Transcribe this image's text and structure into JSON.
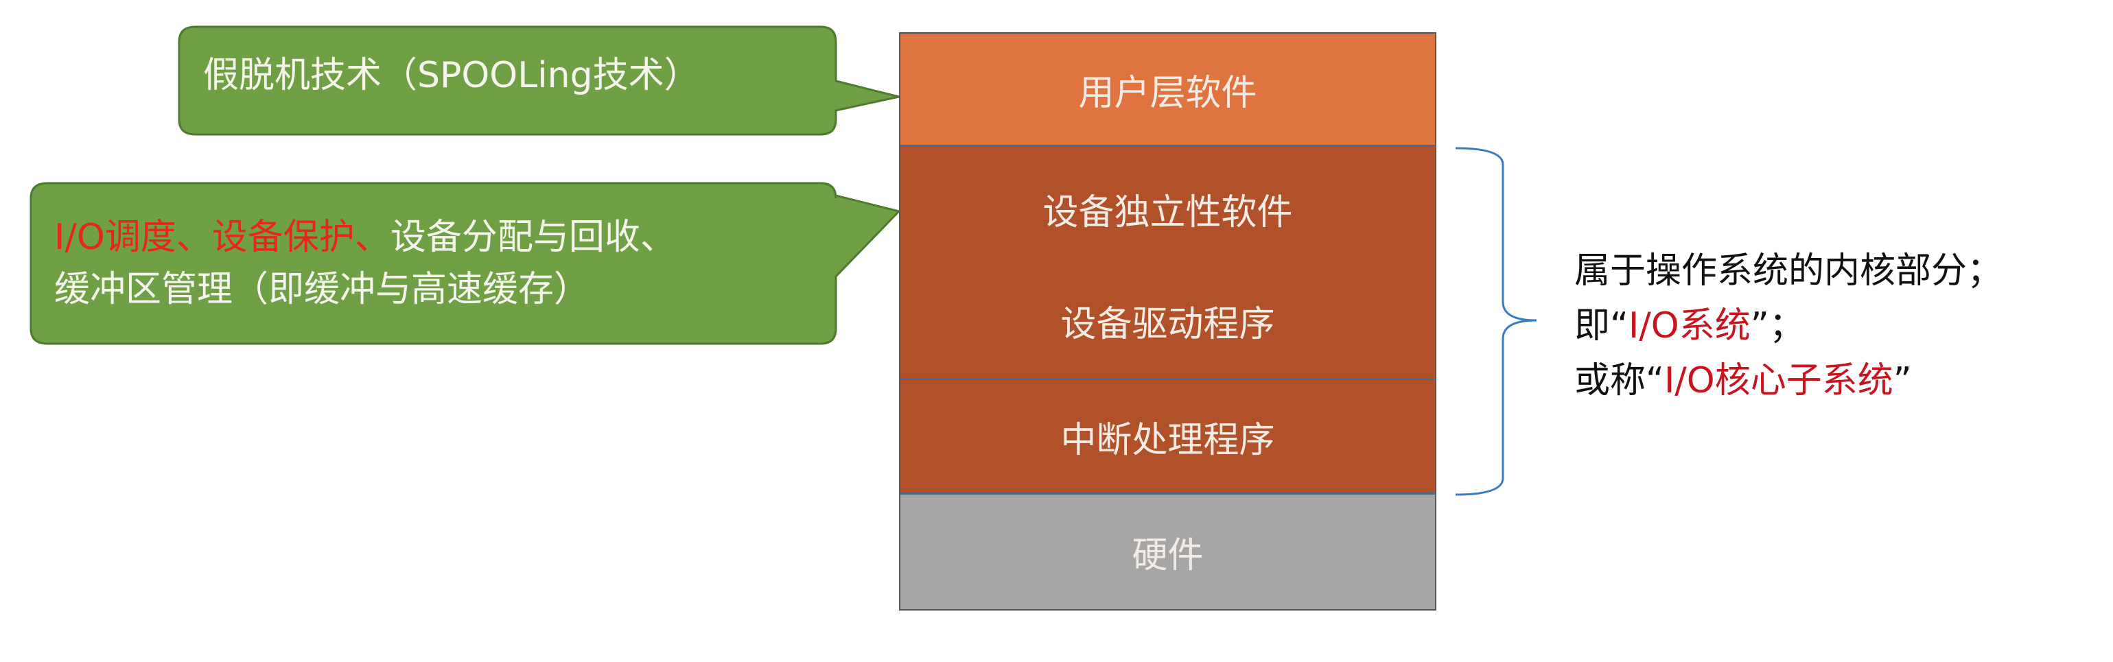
{
  "layers": [
    {
      "label": "用户层软件",
      "color": "#E07440"
    },
    {
      "label": "设备独立性软件",
      "color": "#B0512A"
    },
    {
      "label": "设备驱动程序",
      "color": "#B0512A"
    },
    {
      "label": "中断处理程序",
      "color": "#B0512A"
    },
    {
      "label": "硬件",
      "color": "#A6A6A6"
    }
  ],
  "callouts": {
    "spooling": {
      "text": "假脱机技术（SPOOLing技术）"
    },
    "independent": {
      "red1": "I/O调度、",
      "red2": "设备保护、",
      "plain1": "设备分配与回收、",
      "line2": "缓冲区管理（即缓冲与高速缓存）"
    }
  },
  "annotation": {
    "line1": "属于操作系统的内核部分；",
    "line2_prefix": "即“",
    "line2_red": "I/O系统",
    "line2_suffix": "”；",
    "line3_prefix": "或称“",
    "line3_red": "I/O核心子系统",
    "line3_suffix": "”"
  },
  "colors": {
    "callout_fill": "#70A045",
    "callout_border": "#4E7A2E",
    "brace": "#3A7CC0",
    "emphasis": "#E8251C"
  }
}
